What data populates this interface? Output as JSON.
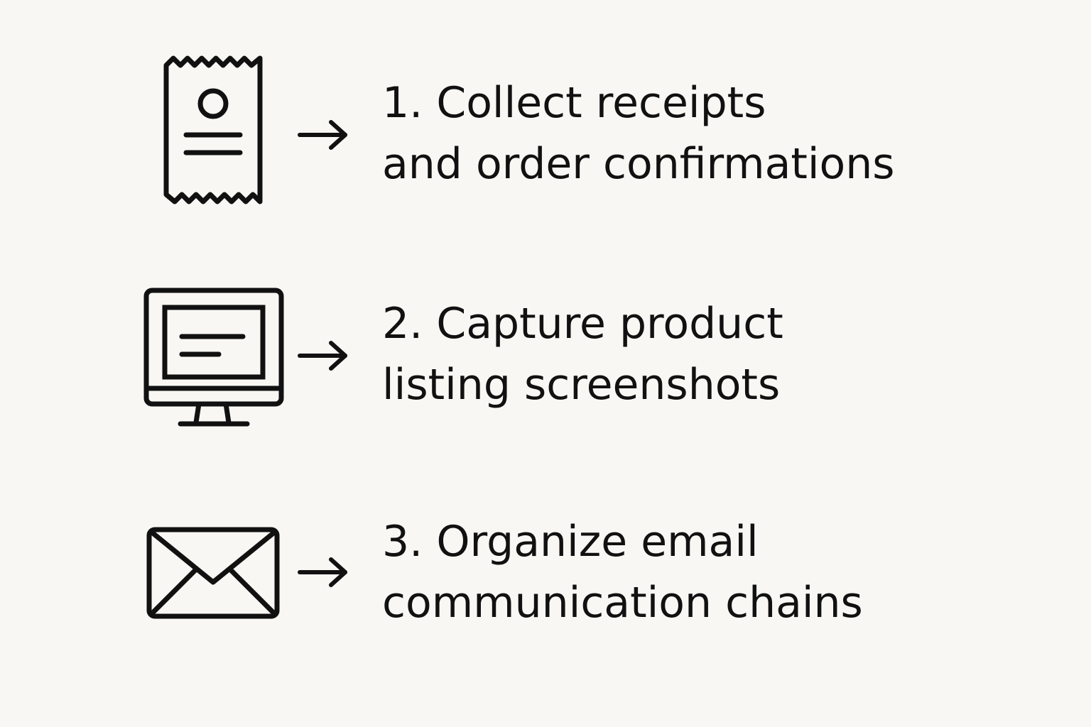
{
  "colors": {
    "background": "#f8f7f3",
    "ink": "#111111"
  },
  "steps": [
    {
      "icon": "receipt-icon",
      "lines": [
        "1. Collect receipts",
        "and order confirmations"
      ]
    },
    {
      "icon": "monitor-icon",
      "lines": [
        "2. Capture product",
        "listing screenshots"
      ]
    },
    {
      "icon": "envelope-icon",
      "lines": [
        "3. Organize email",
        "communication chains"
      ]
    }
  ]
}
